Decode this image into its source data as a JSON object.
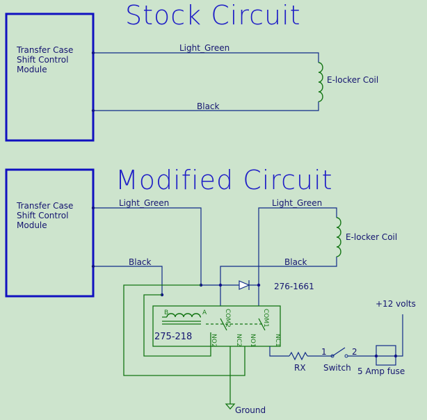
{
  "stock": {
    "title": "Stock Circuit",
    "module_line1": "Transfer Case",
    "module_line2": "Shift Control",
    "module_line3": "Module",
    "wire_green": "Light_Green",
    "wire_black": "Black",
    "coil": "E-locker Coil"
  },
  "modified": {
    "title": "Modified Circuit",
    "module_line1": "Transfer Case",
    "module_line2": "Shift Control",
    "module_line3": "Module",
    "wire_green_left": "Light_Green",
    "wire_green_right": "Light_Green",
    "wire_black_left": "Black",
    "wire_black_right": "Black",
    "coil": "E-locker Coil",
    "diode_part": "276-1661",
    "relay_part": "275-218",
    "relay_pin_b": "B",
    "relay_pin_a": "A",
    "com2": "COM2",
    "com1": "COM1",
    "no2": "NO2",
    "nc2": "NC2",
    "no1": "NO1",
    "nc1": "NC1",
    "resistor": "RX",
    "switch": "Switch",
    "switch_pin1": "1",
    "switch_pin2": "2",
    "fuse": "5 Amp fuse",
    "supply": "+12 volts",
    "ground": "Ground"
  }
}
